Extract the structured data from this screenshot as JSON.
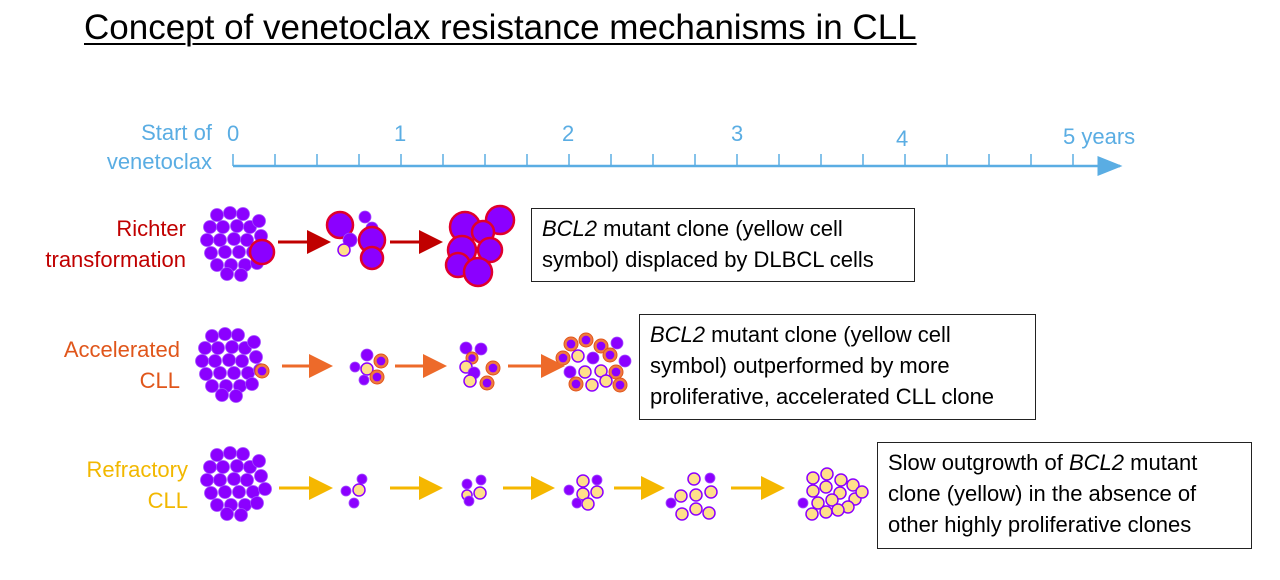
{
  "title": "Concept of venetoclax resistance mechanisms in CLL",
  "timeline": {
    "start_label_line1": "Start of",
    "start_label_line2": "venetoclax",
    "ticks": [
      "0",
      "1",
      "2",
      "3",
      "4",
      "5 years"
    ],
    "minor_ticks_per_year": 4,
    "color": "#5aade3"
  },
  "rows": [
    {
      "id": "richter",
      "label_line1": "Richter",
      "label_line2": "transformation",
      "color": "#c00000",
      "arrow_color": "#c00000",
      "box_gene": "BCL2",
      "box_text_1": " mutant clone (yellow cell",
      "box_text_2": "symbol) displaced by DLBCL cells"
    },
    {
      "id": "accelerated",
      "label_line1": "Accelerated",
      "label_line2": "CLL",
      "color": "#e0561b",
      "arrow_color": "#ed6a2a",
      "box_gene": "BCL2",
      "box_text_1": " mutant clone (yellow cell",
      "box_text_2": "symbol) outperformed by more",
      "box_text_3": "proliferative, accelerated CLL clone"
    },
    {
      "id": "refractory",
      "label_line1": "Refractory",
      "label_line2": "CLL",
      "color": "#f2b800",
      "arrow_color": "#f5b700",
      "box_text_pre": "Slow outgrowth of ",
      "box_gene": "BCL2",
      "box_text_post": " mutant",
      "box_text_2": "clone (yellow) in the absence of",
      "box_text_3": "other highly proliferative clones"
    }
  ],
  "colors": {
    "cll_cell": "#8b00ff",
    "cll_cell_border": "#a24bff",
    "mutant_cell": "#ffe08a",
    "mutant_border": "#8b00ff",
    "dlbcl_border": "#e0002b"
  }
}
